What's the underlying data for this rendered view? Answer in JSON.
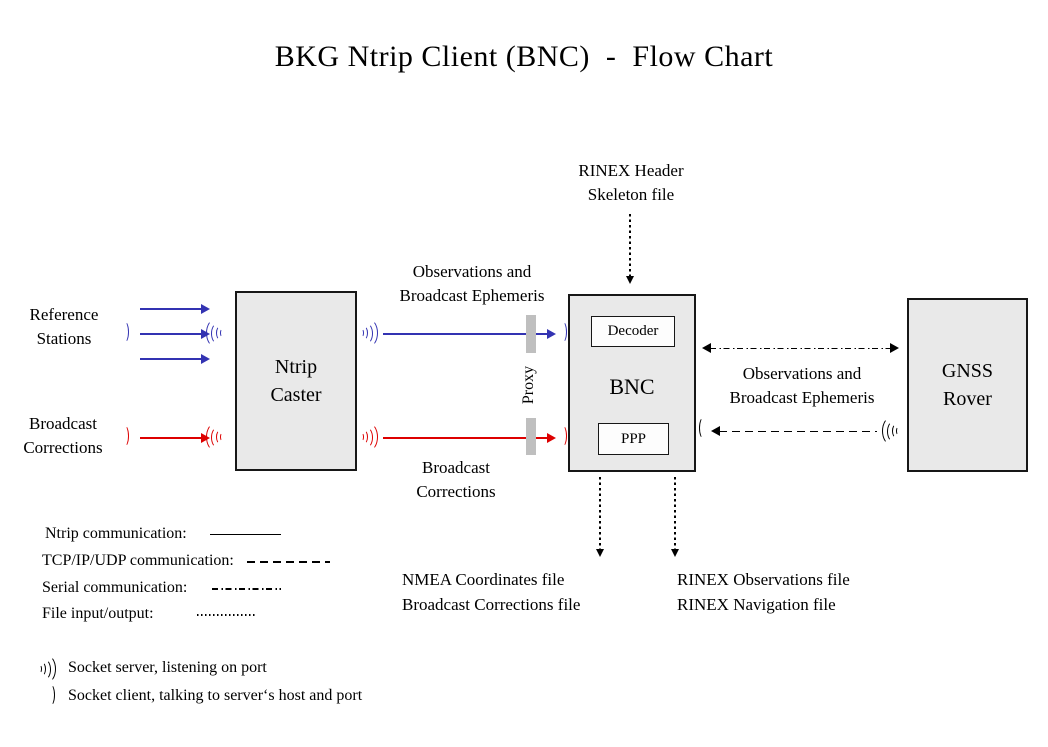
{
  "title": "BKG Ntrip Client (BNC)  -  Flow Chart",
  "nodes": {
    "ntrip_caster": "Ntrip\nCaster",
    "bnc": "BNC",
    "decoder": "Decoder",
    "ppp": "PPP",
    "gnss_rover": "GNSS\nRover",
    "proxy": "Proxy"
  },
  "labels": {
    "reference_stations": "Reference\nStations",
    "broadcast_corrections_in": "Broadcast\nCorrections",
    "obs_ephemeris_left": "Observations and\nBroadcast Ephemeris",
    "broadcast_corrections_mid": "Broadcast\nCorrections",
    "obs_ephemeris_right": "Observations and\nBroadcast Ephemeris",
    "rinex_header": "RINEX Header\nSkeleton file",
    "nmea_outputs": "NMEA Coordinates file\nBroadcast Corrections file",
    "rinex_outputs": "RINEX Observations file\nRINEX Navigation file"
  },
  "legend": {
    "rows": [
      {
        "label": "Ntrip communication:",
        "style": "solid"
      },
      {
        "label": "TCP/IP/UDP communication:",
        "style": "dashed"
      },
      {
        "label": "Serial communication:",
        "style": "dashdot"
      },
      {
        "label": "File input/output:",
        "style": "dotted"
      }
    ]
  },
  "socket_legend": {
    "server": "Socket server, listening on port",
    "client": "Socket client, talking to server‘s host and port"
  },
  "icons": {
    "socket_server": ")))",
    "socket_client": ")"
  },
  "colors": {
    "accent_blue": "#3333B2",
    "accent_red": "#DD0000",
    "node_fill": "#E9E9E9",
    "proxy_bar": "#BFBFBF",
    "line_black": "#000000"
  }
}
